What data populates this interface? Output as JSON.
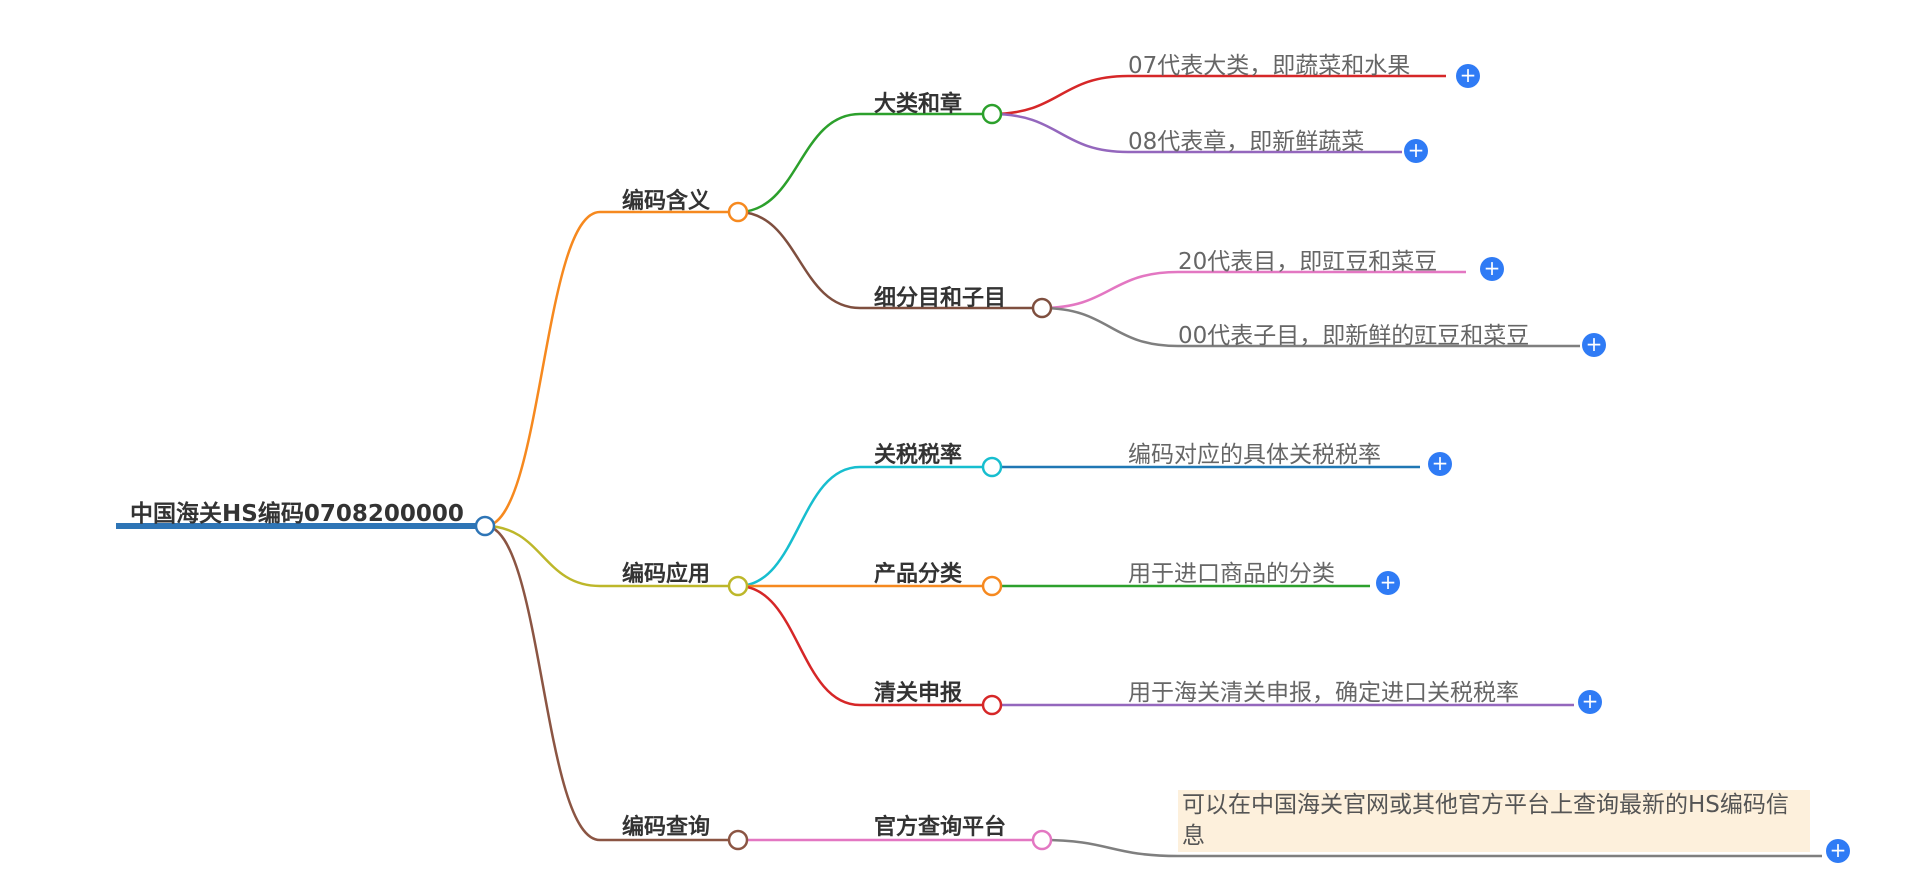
{
  "root": {
    "label": "中国海关HS编码0708200000"
  },
  "branches": [
    {
      "label": "编码含义",
      "children": [
        {
          "label": "大类和章",
          "leaves": [
            "07代表大类，即蔬菜和水果",
            "08代表章，即新鲜蔬菜"
          ]
        },
        {
          "label": "细分目和子目",
          "leaves": [
            "20代表目，即豇豆和菜豆",
            "00代表子目，即新鲜的豇豆和菜豆"
          ]
        }
      ]
    },
    {
      "label": "编码应用",
      "children": [
        {
          "label": "关税税率",
          "leaves": [
            "编码对应的具体关税税率"
          ]
        },
        {
          "label": "产品分类",
          "leaves": [
            "用于进口商品的分类"
          ]
        },
        {
          "label": "清关申报",
          "leaves": [
            "用于海关清关申报，确定进口关税税率"
          ]
        }
      ]
    },
    {
      "label": "编码查询",
      "children": [
        {
          "label": "官方查询平台",
          "leaves": [
            "可以在中国海关官网或其他官方平台上查询最新的HS编码信息"
          ]
        }
      ]
    }
  ],
  "expand_icon": {
    "name": "plus-icon",
    "glyph": "+"
  },
  "colors": {
    "root_line": "#2e75b6",
    "branch1": "#f6891f",
    "branch2": "#bdb72a",
    "branch3": "#8b5543",
    "c_dalei": "#2ca02c",
    "c_xifen": "#7f4f3f",
    "c_guanshui": "#17becf",
    "c_chanpin": "#f6891f",
    "c_qingguan": "#d62728",
    "c_guanfang": "#e377c2",
    "l_07": "#d62728",
    "l_08": "#9467bd",
    "l_20": "#e377c2",
    "l_00": "#7f7f7f",
    "l_guanshui": "#1f77b4",
    "l_chanpin": "#2ca02c",
    "l_qingguan": "#9467bd",
    "l_guanfang": "#7f7f7f",
    "expand_button": "#2f7bf5",
    "note_bg": "#fdf0dc"
  }
}
